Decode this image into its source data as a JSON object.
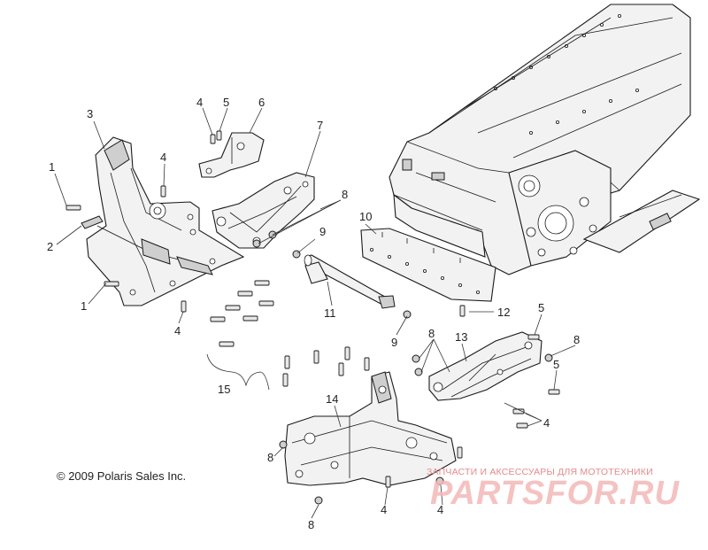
{
  "callouts": {
    "c1a": "1",
    "c1b": "1",
    "c2": "2",
    "c3": "3",
    "c4a": "4",
    "c4b": "4",
    "c4c": "4",
    "c4d": "4",
    "c4e": "4",
    "c4f": "4",
    "c5a": "5",
    "c5b": "5",
    "c5c": "5",
    "c6": "6",
    "c7": "7",
    "c8a": "8",
    "c8b": "8",
    "c8c": "8",
    "c8d": "8",
    "c8e": "8",
    "c9a": "9",
    "c9b": "9",
    "c10": "10",
    "c11": "11",
    "c12": "12",
    "c13": "13",
    "c14": "14",
    "c15": "15"
  },
  "copyright": "© 2009 Polaris Sales Inc.",
  "watermark": {
    "tagline": "ЗАПЧАСТИ И АКСЕССУАРЫ ДЛЯ МОТОТЕХНИКИ",
    "logo": "PARTSFOR.RU"
  }
}
